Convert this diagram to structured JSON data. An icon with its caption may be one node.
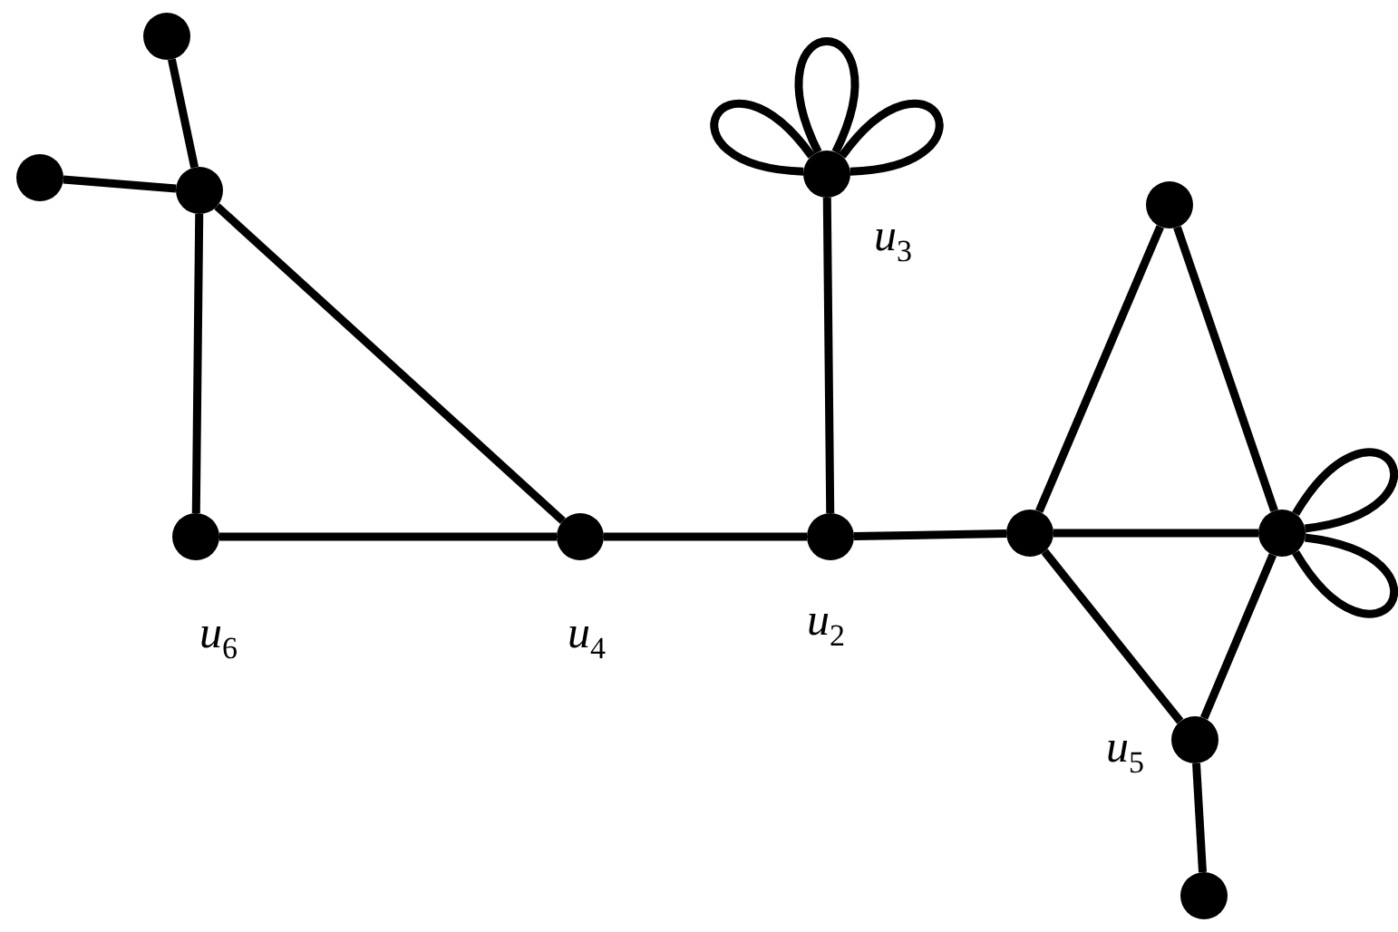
{
  "diagram": {
    "nodes": [
      {
        "text": [],
        "shape": "circle"
      },
      {
        "text": [],
        "shape": "circle"
      },
      {
        "text": [],
        "shape": "circle"
      },
      {
        "text": [],
        "shape": "circle",
        "beside": [
          "u$_{3}$"
        ]
      },
      {
        "text": [],
        "shape": "circle"
      },
      {
        "text": [],
        "shape": "circle",
        "beside": [
          "u$_{6}$"
        ]
      },
      {
        "text": [],
        "shape": "circle",
        "beside": [
          "u$_{4}$"
        ]
      },
      {
        "text": [],
        "shape": "circle",
        "beside": [
          "u$_{2}$"
        ]
      },
      {
        "text": [],
        "shape": "circle"
      },
      {
        "text": [],
        "shape": "circle"
      },
      {
        "text": [],
        "shape": "circle",
        "beside": [
          "u$_{5}$"
        ]
      },
      {
        "text": [],
        "shape": "circle"
      }
    ],
    "edges": [
      {
        "from": 0,
        "to": 2,
        "arrow": "none"
      },
      {
        "from": 1,
        "to": 2,
        "arrow": "none"
      },
      {
        "from": 2,
        "to": 5,
        "arrow": "none"
      },
      {
        "from": 2,
        "to": 6,
        "arrow": "none"
      },
      {
        "from": 5,
        "to": 6,
        "arrow": "none"
      },
      {
        "from": 6,
        "to": 7,
        "arrow": "none"
      },
      {
        "from": 7,
        "to": 3,
        "arrow": "none"
      },
      {
        "from": 3,
        "to": 3,
        "arrow": "none"
      },
      {
        "from": 3,
        "to": 3,
        "arrow": "none"
      },
      {
        "from": 3,
        "to": 3,
        "arrow": "none"
      },
      {
        "from": 7,
        "to": 8,
        "arrow": "none"
      },
      {
        "from": 8,
        "to": 4,
        "arrow": "none"
      },
      {
        "from": 4,
        "to": 9,
        "arrow": "none"
      },
      {
        "from": 8,
        "to": 9,
        "arrow": "none"
      },
      {
        "from": 9,
        "to": 9,
        "arrow": "none"
      },
      {
        "from": 9,
        "to": 9,
        "arrow": "none"
      },
      {
        "from": 8,
        "to": 10,
        "arrow": "none"
      },
      {
        "from": 9,
        "to": 10,
        "arrow": "none"
      },
      {
        "from": 10,
        "to": 11,
        "arrow": "none"
      }
    ]
  }
}
